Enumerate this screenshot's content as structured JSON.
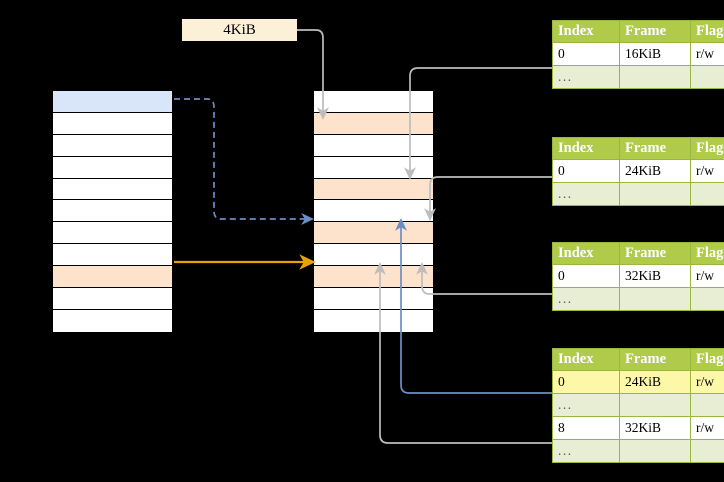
{
  "diagram": {
    "title": "4KiB",
    "size_label": "4KiB"
  },
  "virtual_column": {
    "name": "virtual-address-space",
    "rows": [
      {
        "id": 1,
        "fill": "blue",
        "label": ""
      },
      {
        "id": 2,
        "fill": "white",
        "label": ""
      },
      {
        "id": 3,
        "fill": "white",
        "label": ""
      },
      {
        "id": 4,
        "fill": "white",
        "label": ""
      },
      {
        "id": 5,
        "fill": "white",
        "label": ""
      },
      {
        "id": 6,
        "fill": "white",
        "label": ""
      },
      {
        "id": 7,
        "fill": "white",
        "label": ""
      },
      {
        "id": 8,
        "fill": "white",
        "label": ""
      },
      {
        "id": 9,
        "fill": "peach",
        "label": ""
      },
      {
        "id": 10,
        "fill": "white",
        "label": ""
      },
      {
        "id": 11,
        "fill": "white",
        "label": ""
      },
      {
        "id": 12,
        "fill": "white",
        "label": ""
      }
    ]
  },
  "physical_column": {
    "name": "physical-memory",
    "rows": [
      {
        "id": 1,
        "fill": "white",
        "label": ""
      },
      {
        "id": 2,
        "fill": "peach",
        "label": ""
      },
      {
        "id": 3,
        "fill": "white",
        "label": ""
      },
      {
        "id": 4,
        "fill": "white",
        "label": ""
      },
      {
        "id": 5,
        "fill": "peach",
        "label": ""
      },
      {
        "id": 6,
        "fill": "white",
        "label": ""
      },
      {
        "id": 7,
        "fill": "peach",
        "label": ""
      },
      {
        "id": 8,
        "fill": "white",
        "label": ""
      },
      {
        "id": 9,
        "fill": "peach",
        "label": ""
      },
      {
        "id": 10,
        "fill": "white",
        "label": ""
      },
      {
        "id": 11,
        "fill": "white",
        "label": ""
      },
      {
        "id": 12,
        "fill": "white",
        "label": ""
      }
    ]
  },
  "page_tables": [
    {
      "name": "page-table-1",
      "headers": [
        "Index",
        "Frame",
        "Flags"
      ],
      "rows": [
        {
          "kind": "data",
          "index": "0",
          "frame": "16KiB",
          "flags": "r/w",
          "highlight": false
        },
        {
          "kind": "ellipsis",
          "index": "...",
          "frame": "",
          "flags": "",
          "highlight": false
        }
      ]
    },
    {
      "name": "page-table-2",
      "headers": [
        "Index",
        "Frame",
        "Flags"
      ],
      "rows": [
        {
          "kind": "data",
          "index": "0",
          "frame": "24KiB",
          "flags": "r/w",
          "highlight": false
        },
        {
          "kind": "ellipsis",
          "index": "...",
          "frame": "",
          "flags": "",
          "highlight": false
        }
      ]
    },
    {
      "name": "page-table-3",
      "headers": [
        "Index",
        "Frame",
        "Flags"
      ],
      "rows": [
        {
          "kind": "data",
          "index": "0",
          "frame": "32KiB",
          "flags": "r/w",
          "highlight": false
        },
        {
          "kind": "ellipsis",
          "index": "...",
          "frame": "",
          "flags": "",
          "highlight": false
        }
      ]
    },
    {
      "name": "page-table-4",
      "headers": [
        "Index",
        "Frame",
        "Flags"
      ],
      "rows": [
        {
          "kind": "data",
          "index": "0",
          "frame": "24KiB",
          "flags": "r/w",
          "highlight": true
        },
        {
          "kind": "ellipsis",
          "index": "...",
          "frame": "",
          "flags": "",
          "highlight": false
        },
        {
          "kind": "data",
          "index": "8",
          "frame": "32KiB",
          "flags": "r/w",
          "highlight": false
        },
        {
          "kind": "ellipsis",
          "index": "...",
          "frame": "",
          "flags": "",
          "highlight": false
        }
      ]
    }
  ],
  "colors": {
    "header_green": "#b0ca4a",
    "ellipsis_green": "#e8eed3",
    "highlight_yellow": "#fdf7a8",
    "blue_cell": "#d9e6f9",
    "peach_cell": "#fde3cc",
    "label_cream": "#fdf0d9",
    "orange_arrow": "#e8a202",
    "blue_arrow": "#6b8fc4",
    "gray_arrow": "#bdbdbd",
    "background": "#000000"
  }
}
